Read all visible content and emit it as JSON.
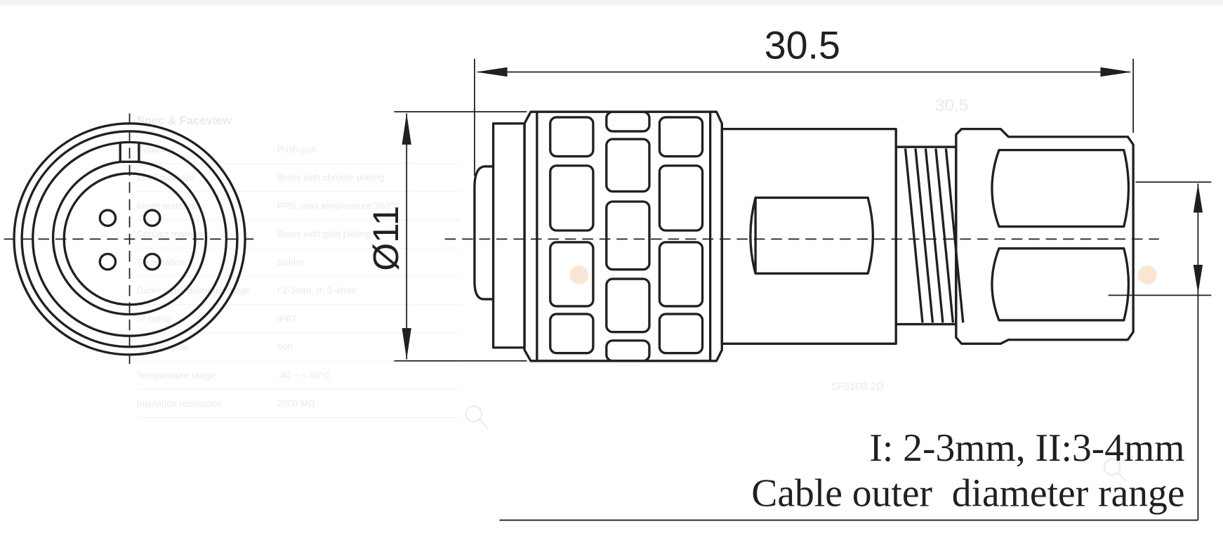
{
  "background_page": {
    "section_title": "Spec & Faceview",
    "specs": [
      {
        "label": "Coupling",
        "value": "Push-pull"
      },
      {
        "label": "Shell material",
        "value": "Brass with chrome plating"
      },
      {
        "label": "Insert material",
        "value": "PPS, max temperature 260°C"
      },
      {
        "label": "Contact material",
        "value": "Brass with gold plating"
      },
      {
        "label": "Termination",
        "value": "Solder"
      },
      {
        "label": "Cable outer diameter range",
        "value": "I:2-3mm, II: 3-4mm"
      },
      {
        "label": "IP rating",
        "value": "IP67"
      },
      {
        "label": "Mating cycle",
        "value": "500"
      },
      {
        "label": "Temperature range",
        "value": "-40 ~ + 85°C"
      },
      {
        "label": "Insulation resistance",
        "value": "2000 MΩ"
      }
    ],
    "image_caption": "SF610B 2D",
    "ghost_dimension": "30.5"
  },
  "drawing": {
    "length_dimension": "30.5",
    "diameter_dimension": "Ø11",
    "cable_range_line1": "I: 2-3mm, II:3-4mm",
    "cable_range_line2": "Cable outer  diameter range",
    "pin_count": 4
  },
  "colors": {
    "ink": "#231f20",
    "faint": "#e9e9e9",
    "accent_faint": "#fbe6d3"
  }
}
